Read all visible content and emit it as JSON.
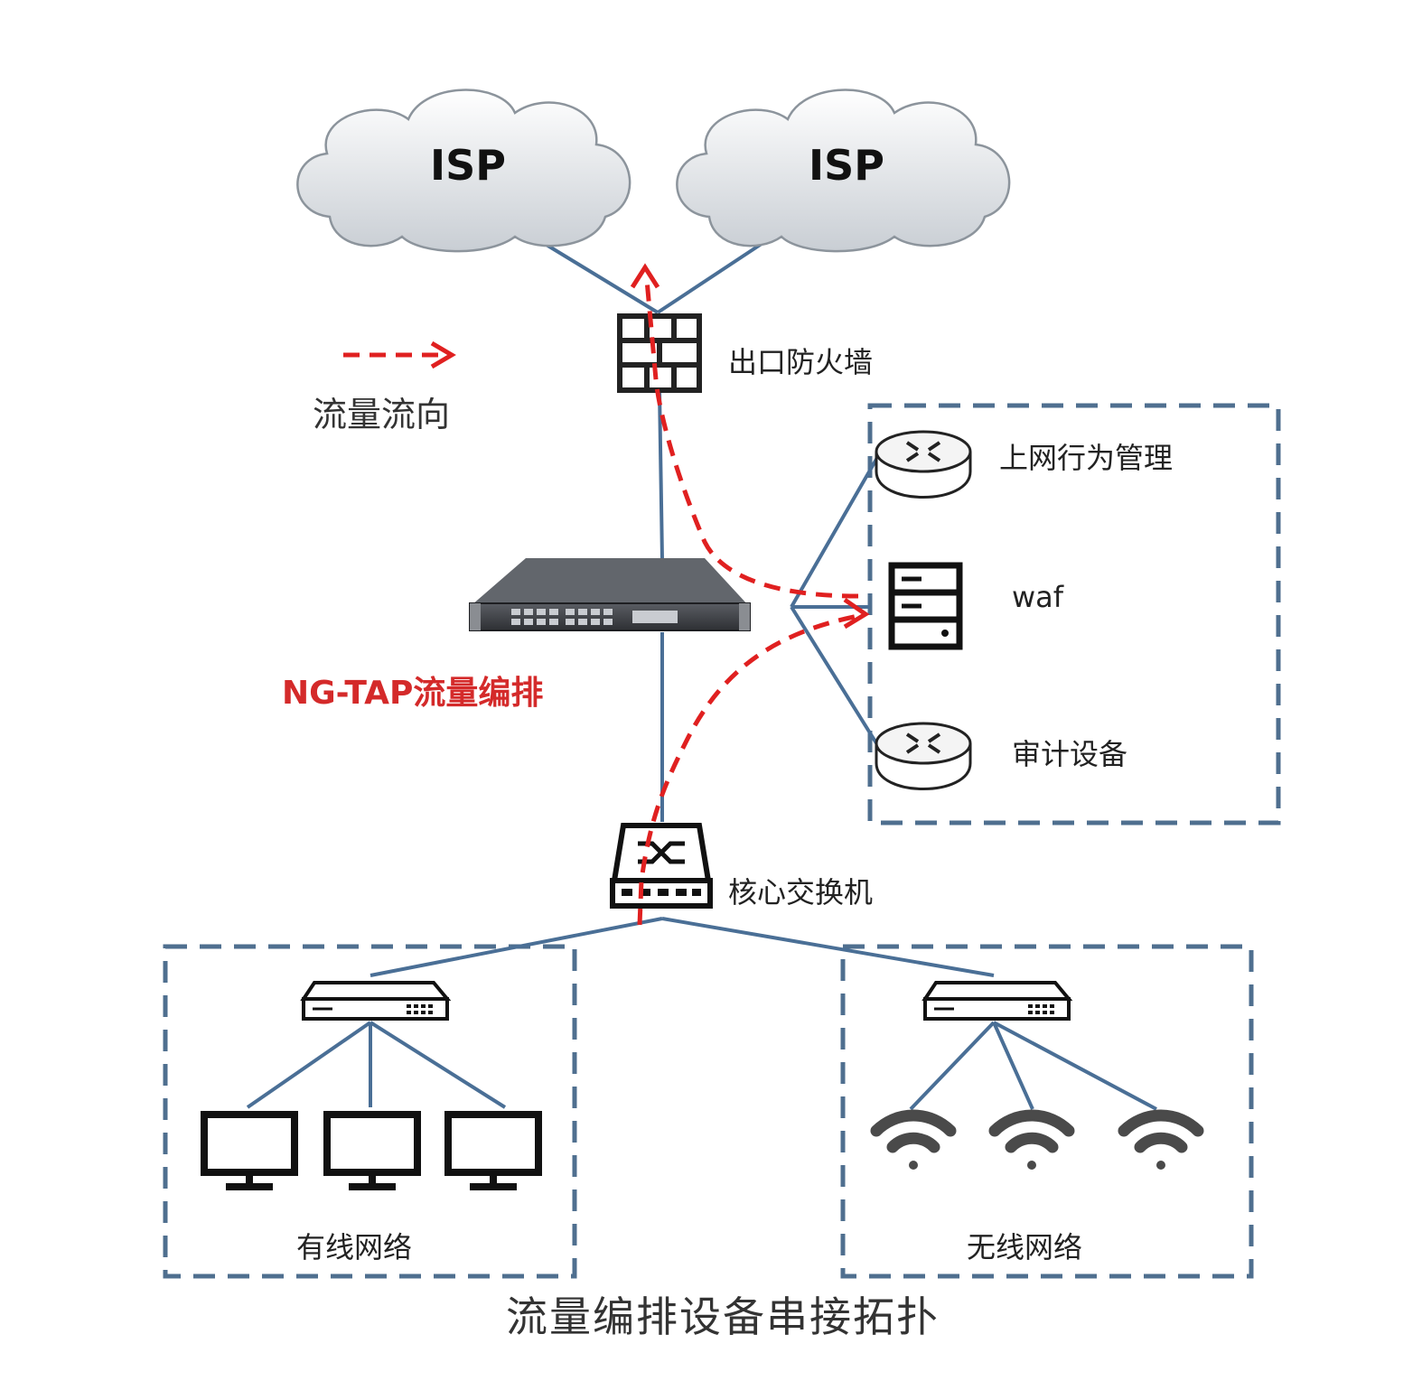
{
  "diagram": {
    "caption": "流量编排设备串接拓扑",
    "legend": {
      "label": "流量流向"
    },
    "clouds": [
      {
        "label": "ISP"
      },
      {
        "label": "ISP"
      }
    ],
    "nodes": {
      "firewall": "出口防火墙",
      "ngtap": "NG-TAP流量编排",
      "core_switch": "核心交换机",
      "behavior_mgmt": "上网行为管理",
      "waf": "waf",
      "audit": "审计设备"
    },
    "groups": {
      "wired": "有线网络",
      "wireless": "无线网络"
    },
    "colors": {
      "link": "#4a6f96",
      "flow": "#e02020",
      "group_border": "#4f6f8f"
    }
  }
}
